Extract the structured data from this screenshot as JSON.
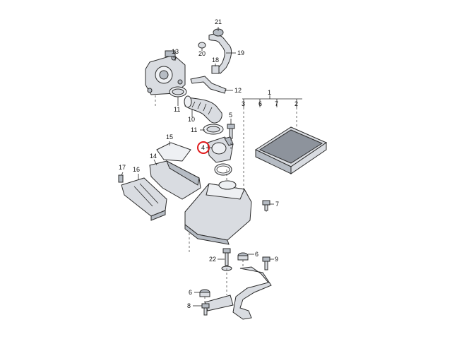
{
  "callouts": {
    "c1": "1",
    "c2": "2",
    "c3": "3",
    "c4": "4",
    "c5": "5",
    "c6a": "6",
    "c6b": "6",
    "c6c": "6",
    "c7a": "7",
    "c7b": "7",
    "c8": "8",
    "c9": "9",
    "c10": "10",
    "c11a": "11",
    "c11b": "11",
    "c12": "12",
    "c13": "13",
    "c14": "14",
    "c15": "15",
    "c16": "16",
    "c17": "17",
    "c18": "18",
    "c19": "19",
    "c20": "20",
    "c21": "21",
    "c22": "22"
  },
  "highlight_color": "#e0191b"
}
